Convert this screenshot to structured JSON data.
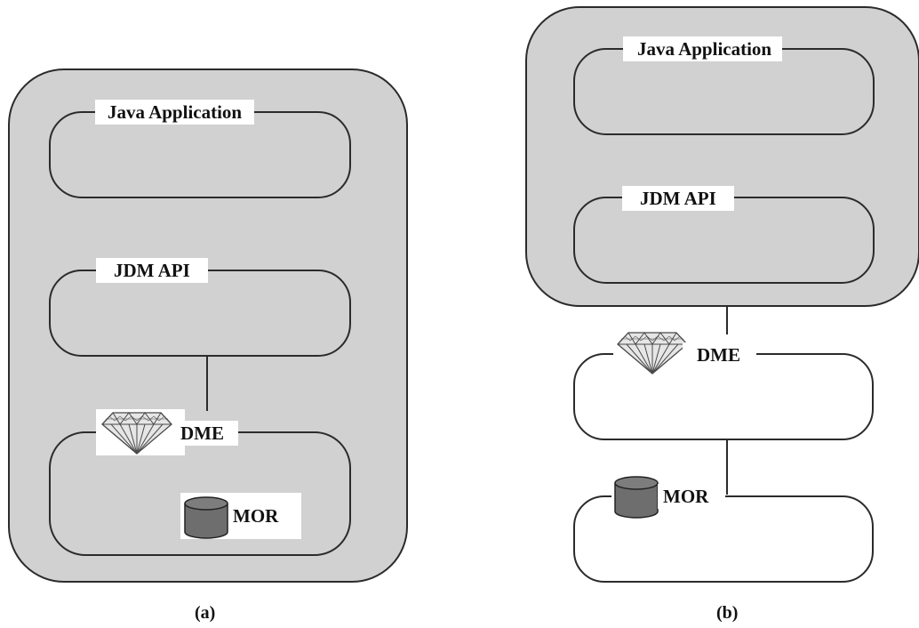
{
  "diagram_a": {
    "caption": "(a)",
    "java_app_label": "Java Application",
    "jdm_api_label": "JDM API",
    "dme_label": "DME",
    "mor_label": "MOR"
  },
  "diagram_b": {
    "caption": "(b)",
    "java_app_label": "Java Application",
    "jdm_api_label": "JDM API",
    "dme_label": "DME",
    "mor_label": "MOR"
  },
  "colors": {
    "container_fill": "#d1d1d1",
    "box_fill_inner": "#d1d1d1",
    "box_fill_white": "#ffffff",
    "stroke": "#2b2b2b",
    "mor_cylinder": "#6e6e6e"
  }
}
